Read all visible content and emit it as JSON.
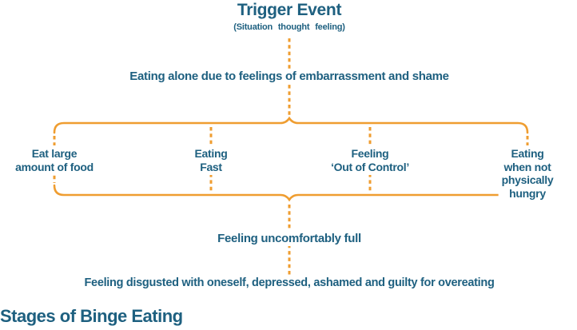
{
  "colors": {
    "teal": "#1E6080",
    "orange": "#EF9D30",
    "background": "#FFFFFF"
  },
  "trigger": {
    "title": "Trigger Event",
    "subtitle": "(Situation thought feeling)"
  },
  "stages": {
    "eating_alone": "Eating alone due to feelings of embarrassment and shame",
    "binge_items": [
      {
        "label": "Eat large\namount of food"
      },
      {
        "label": "Eating\nFast"
      },
      {
        "label": "Feeling\n‘Out of Control’"
      },
      {
        "label": "Eating when not\nphysically hungry"
      }
    ],
    "uncomfortably_full": "Feeling uncomfortably full",
    "disgusted": "Feeling disgusted with oneself, depressed, ashamed and guilty for overeating"
  },
  "footer": {
    "title": "Stages of Binge Eating"
  }
}
